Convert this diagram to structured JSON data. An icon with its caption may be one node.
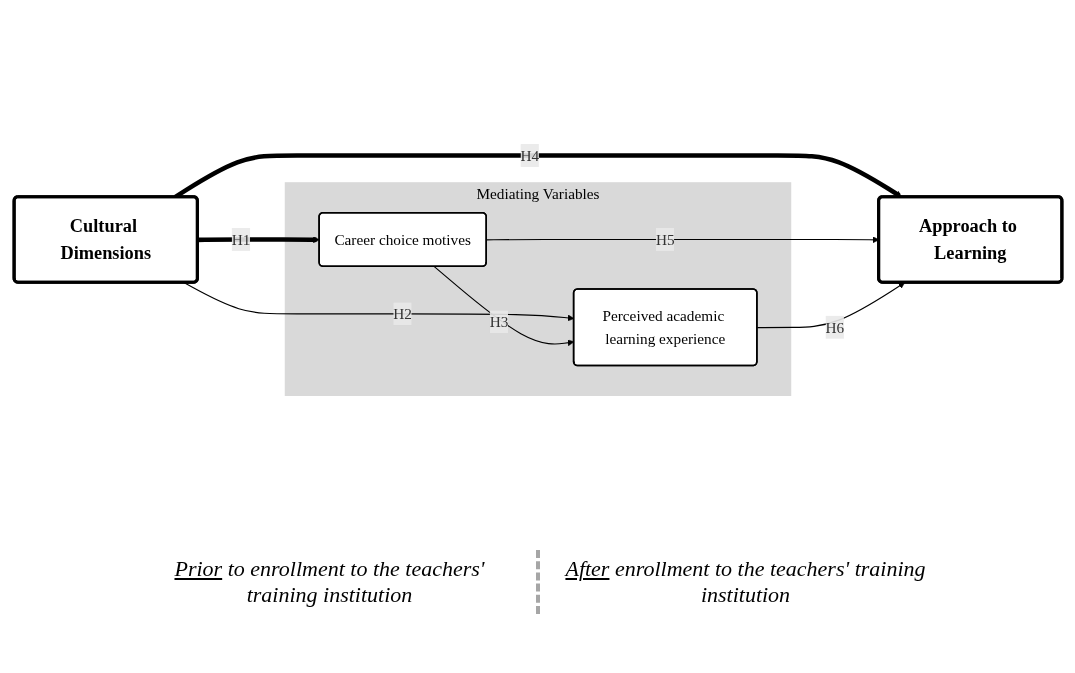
{
  "diagram": {
    "nodes": [
      {
        "text": [
          "Mediating Variables"
        ]
      },
      {
        "text": [
          "Career choice motives"
        ],
        "in": 0
      },
      {
        "text": [
          "Perceived academic learning experience"
        ],
        "in": 0
      },
      {
        "text": [
          "Cultural Dimensions"
        ]
      },
      {
        "text": [
          "Approach to Learning"
        ]
      }
    ],
    "edges": [
      {
        "from": 3,
        "to": 1,
        "arrow": "to",
        "label": "H1",
        "style": "thick"
      },
      {
        "from": 3,
        "to": 2,
        "arrow": "to",
        "label": "H2"
      },
      {
        "from": 1,
        "to": 2,
        "arrow": "to",
        "label": "H3"
      },
      {
        "from": 3,
        "to": 4,
        "arrow": "to",
        "label": "H4",
        "style": "thick"
      },
      {
        "from": 1,
        "to": 4,
        "arrow": "to",
        "label": "H5"
      },
      {
        "from": 2,
        "to": 4,
        "arrow": "to",
        "label": "H6"
      }
    ],
    "labels": [
      "Prior to enrollment to the teachers' training institution",
      "After enrollment to the teachers' training institution"
    ]
  }
}
